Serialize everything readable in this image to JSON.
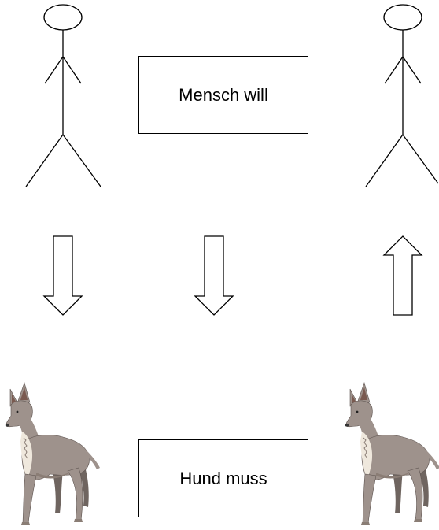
{
  "labels": {
    "top": "Mensch will",
    "bottom": "Hund muss"
  },
  "figures": {
    "humans": [
      "stick-figure",
      "stick-figure"
    ],
    "dogs": [
      "dog",
      "dog"
    ]
  },
  "arrows": [
    "down",
    "down",
    "up"
  ],
  "colors": {
    "stroke": "#000000",
    "background": "#ffffff",
    "dog_body": "#9e928c",
    "dog_shadow": "#6f6560",
    "dog_ear_inner": "#7a5a50",
    "dog_chest": "#efe8dd"
  }
}
